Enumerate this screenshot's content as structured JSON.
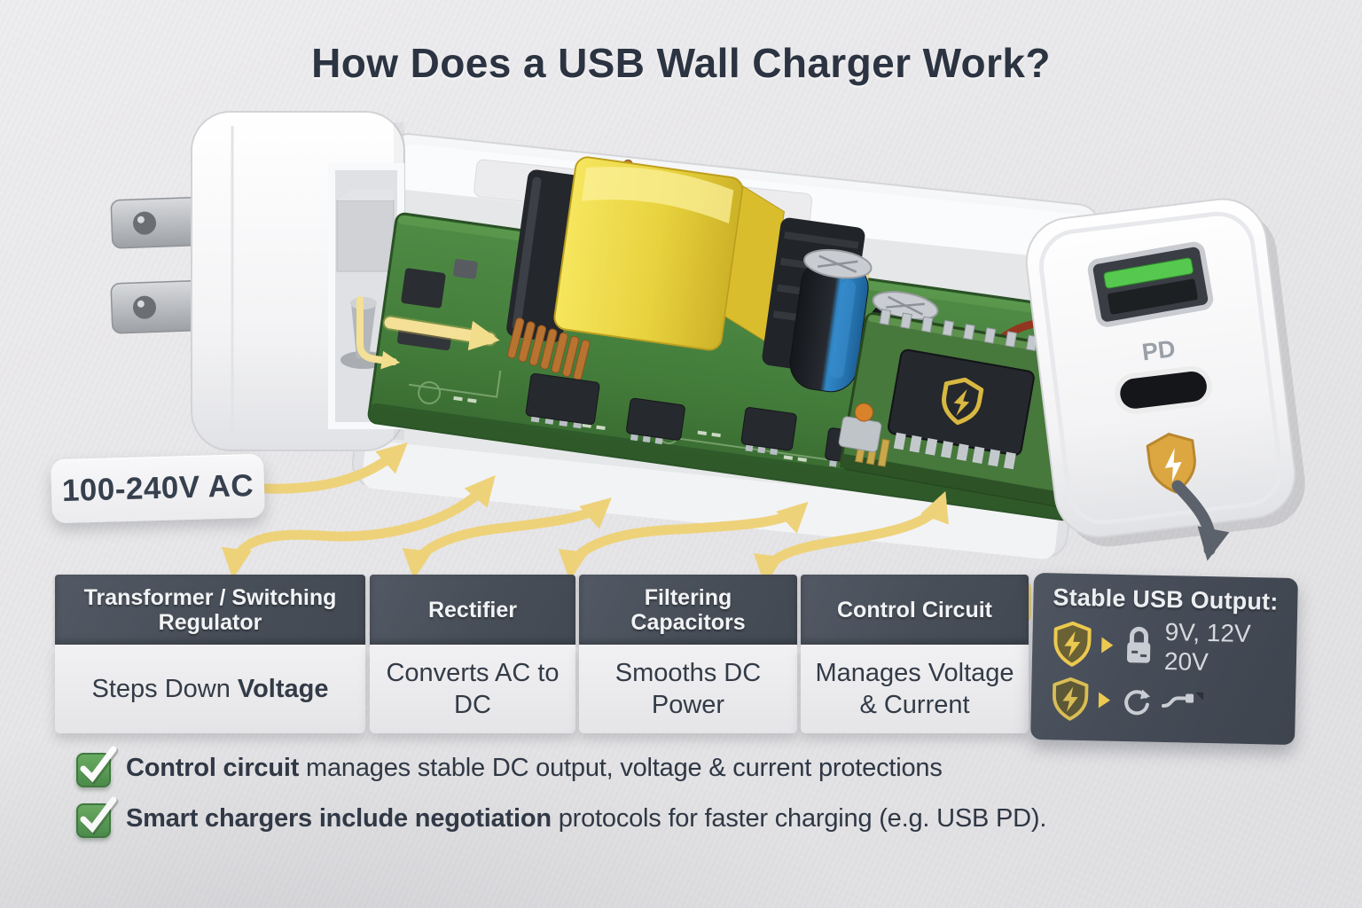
{
  "title": "How Does a USB Wall Charger Work?",
  "input_label": "100-240V AC",
  "illustration": {
    "pd_port_label": "PD",
    "parts": [
      "wall-plug",
      "ac-prongs",
      "charger-shell",
      "main-circuit-board",
      "transformer-coil",
      "rectifier-components",
      "filtering-capacitors",
      "control-circuit-board",
      "usb-output-block",
      "usb-a-port",
      "usb-c-port",
      "power-shield-badge"
    ]
  },
  "flow_table": {
    "columns": [
      {
        "title": "Transformer / Switching Regulator",
        "desc_prefix": "Steps Down ",
        "desc_bold": "Voltage"
      },
      {
        "title": "Rectifier",
        "desc": "Converts AC to DC"
      },
      {
        "title": "Filtering Capacitors",
        "desc": "Smooths DC Power"
      },
      {
        "title": "Control Circuit",
        "desc": "Manages Voltage & Current"
      }
    ]
  },
  "output_panel": {
    "title": "Stable USB Output:",
    "row1": {
      "icons": [
        "shield-bolt-icon",
        "triangle-right-icon",
        "padlock-icon"
      ],
      "voltages_line1": "9V, 12V",
      "voltages_line2": "20V"
    },
    "row2": {
      "icons": [
        "shield-bolt-icon",
        "triangle-right-icon",
        "refresh-icon",
        "cable-icon"
      ]
    }
  },
  "notes": [
    {
      "bold": "Control circuit",
      "text": " manages stable DC output, voltage & current protections"
    },
    {
      "bold": "Smart chargers include negotiation",
      "text": " protocols for faster charging (e.g. USB PD)."
    }
  ],
  "colors": {
    "accent_yellow": "#eed27a",
    "header_slate": "#4b525c",
    "panel_slate": "#464d58",
    "check_green": "#4f9a4e",
    "shield_gold": "#d9a23b",
    "pcb_green": "#46813f",
    "title_text": "#2c3442"
  }
}
